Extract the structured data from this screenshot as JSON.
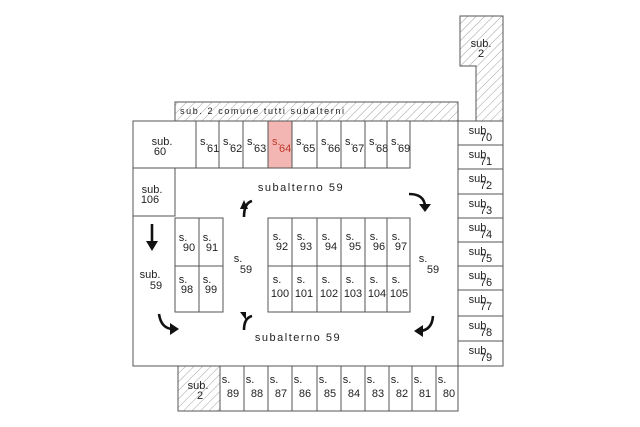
{
  "band_label": "sub. 2 comune tutti subalterni",
  "sub2_label": "sub.\n2",
  "subalterno_label": "subalterno 59",
  "sub59_label": "sub.\n59",
  "s59_label": "s.\n59",
  "top_row": {
    "first": "sub.\n60",
    "items": [
      "s.\n61",
      "s.\n62",
      "s.\n63",
      "s.\n64",
      "s.\n65",
      "s.\n66",
      "s.\n67",
      "s.\n68",
      "s.\n69"
    ],
    "highlighted": "s.\n64"
  },
  "sub106_label": "sub.\n106",
  "right_column": [
    "sub.\n70",
    "sub.\n71",
    "sub.\n72",
    "sub.\n73",
    "sub.\n74",
    "sub.\n75",
    "sub.\n76",
    "sub.\n77",
    "sub.\n78",
    "sub.\n79"
  ],
  "left_block": [
    "s.\n90",
    "s.\n91",
    "s.\n98",
    "s.\n99"
  ],
  "center_top": [
    "s.\n92",
    "s.\n93",
    "s.\n94",
    "s.\n95",
    "s.\n96",
    "s.\n97"
  ],
  "center_bottom": [
    "s.\n100",
    "s.\n101",
    "s.\n102",
    "s.\n103",
    "s.\n104",
    "s.\n105"
  ],
  "bottom_row": [
    "s.\n89",
    "s.\n88",
    "s.\n87",
    "s.\n86",
    "s.\n85",
    "s.\n84",
    "s.\n83",
    "s.\n82",
    "s.\n81",
    "s.\n80"
  ],
  "colors": {
    "highlight_fill": "#f4b6b3",
    "highlight_text": "#c0392b",
    "line": "#555555",
    "hatch": "#7a7a7a"
  }
}
